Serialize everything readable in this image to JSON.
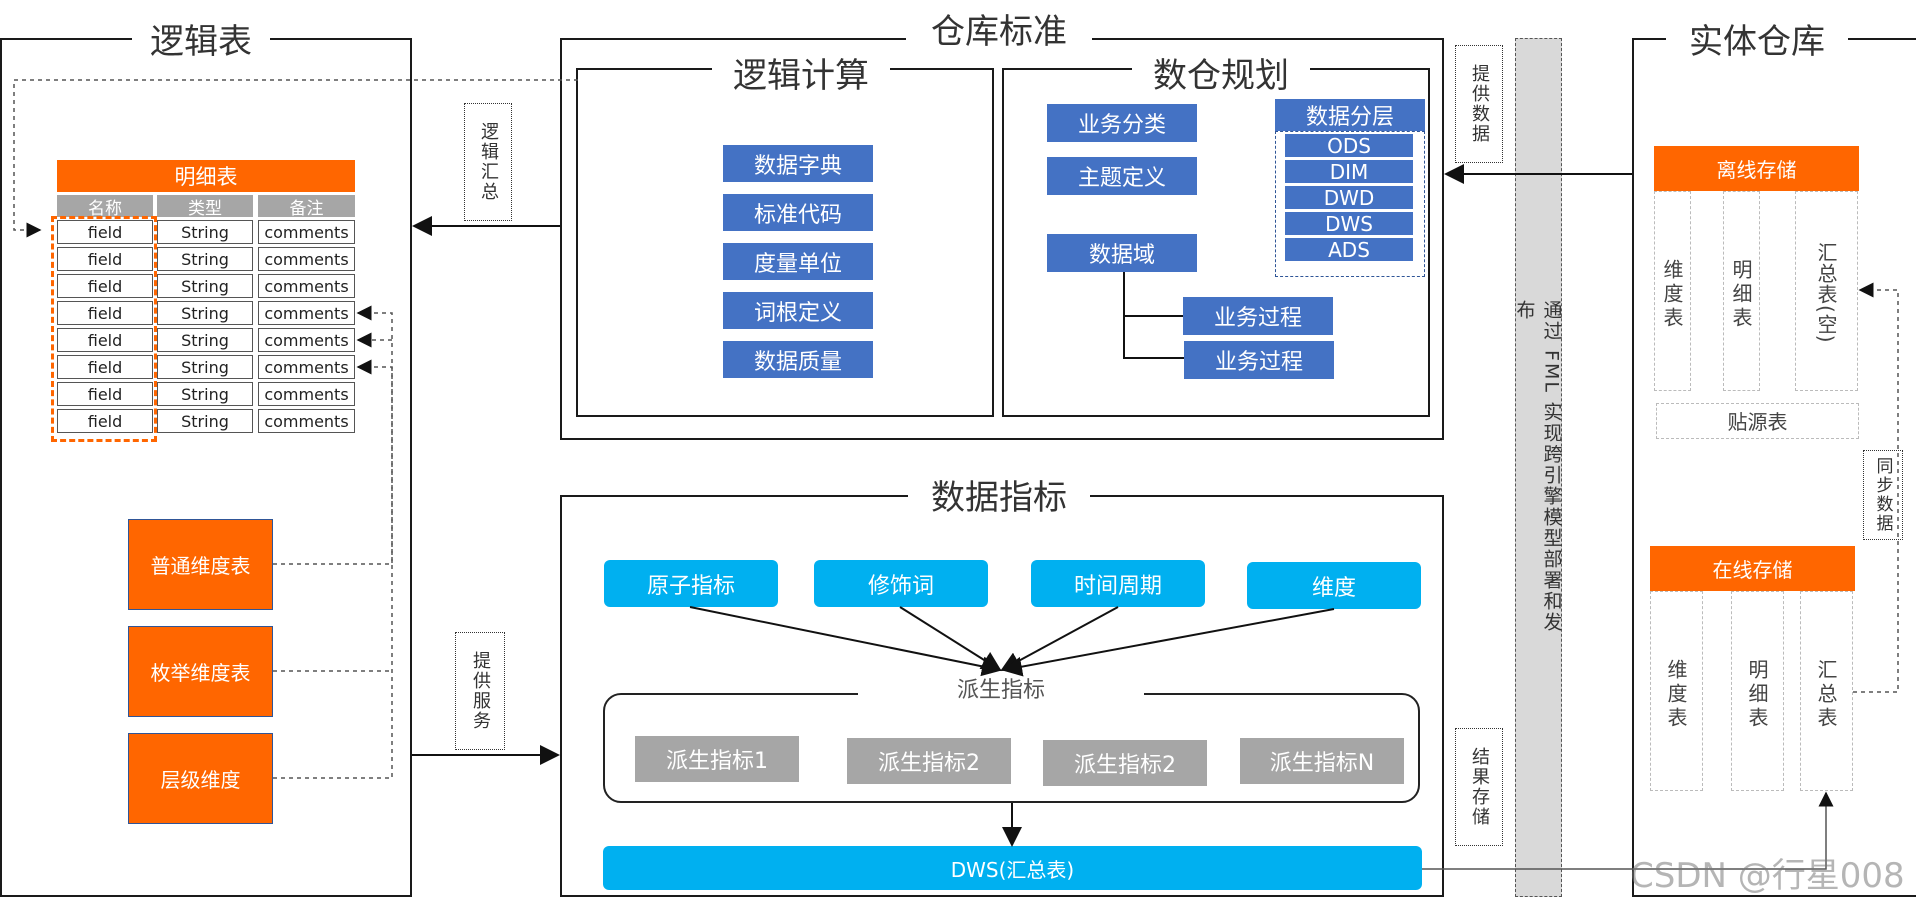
{
  "logic_table": {
    "title": "逻辑表",
    "detail_table": {
      "title": "明细表",
      "headers": [
        "名称",
        "类型",
        "备注"
      ],
      "rows": [
        [
          "field",
          "String",
          "comments"
        ],
        [
          "field",
          "String",
          "comments"
        ],
        [
          "field",
          "String",
          "comments"
        ],
        [
          "field",
          "String",
          "comments"
        ],
        [
          "field",
          "String",
          "comments"
        ],
        [
          "field",
          "String",
          "comments"
        ],
        [
          "field",
          "String",
          "comments"
        ],
        [
          "field",
          "String",
          "comments"
        ]
      ]
    },
    "dim_tables": [
      "普通维度表",
      "枚举维度表",
      "层级维度"
    ]
  },
  "warehouse_standard": {
    "title": "仓库标准",
    "logic_calc": {
      "title": "逻辑计算",
      "items": [
        "数据字典",
        "标准代码",
        "度量单位",
        "词根定义",
        "数据质量"
      ]
    },
    "planning": {
      "title": "数仓规划",
      "items": [
        "业务分类",
        "主题定义",
        "数据域"
      ],
      "processes": [
        "业务过程",
        "业务过程"
      ],
      "layers_title": "数据分层",
      "layers": [
        "ODS",
        "DIM",
        "DWD",
        "DWS",
        "ADS"
      ]
    }
  },
  "data_metrics": {
    "title": "数据指标",
    "inputs": [
      "原子指标",
      "修饰词",
      "时间周期",
      "维度"
    ],
    "derived_title": "派生指标",
    "derived": [
      "派生指标1",
      "派生指标2",
      "派生指标2",
      "派生指标N"
    ],
    "dws": "DWS(汇总表)"
  },
  "notes": {
    "logic_summary": "逻辑汇总",
    "provide_service": "提供服务",
    "provide_data": "提供数据",
    "result_storage": "结果存储",
    "sync_data": "同步数据"
  },
  "fml_bar": "通过 FML 实现跨引擎模型部署和发布",
  "physical": {
    "title": "实体仓库",
    "offline": {
      "title": "离线存储",
      "cols": [
        "维度表",
        "明细表",
        "汇总表(空)"
      ],
      "source": "贴源表"
    },
    "online": {
      "title": "在线存储",
      "cols": [
        "维度表",
        "明细表",
        "汇总表"
      ]
    }
  },
  "watermark": "CSDN @行星008"
}
